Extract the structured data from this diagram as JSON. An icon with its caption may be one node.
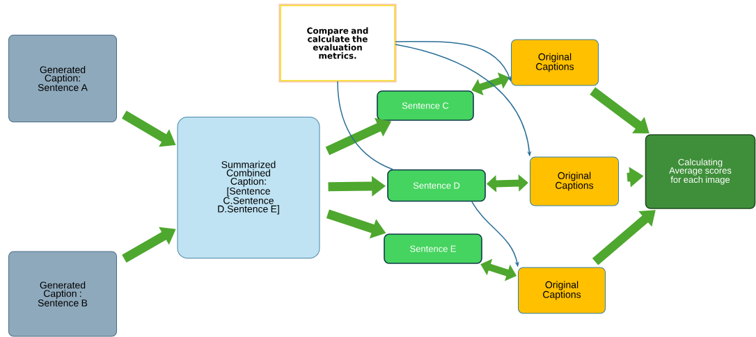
{
  "diagram": {
    "nodes": [
      {
        "text": [
          "Generated Caption: Sentence A"
        ]
      },
      {
        "text": [
          "Generated Caption : Sentence B"
        ]
      },
      {
        "text": [
          "Summarized Combined Caption: [Sentence C.Sentence D.Sentence E]"
        ]
      },
      {
        "text": [
          "Compare and calculate the evaluation metrics."
        ]
      },
      {
        "text": [
          "Sentence C"
        ]
      },
      {
        "text": [
          "Sentence D"
        ]
      },
      {
        "text": [
          "Sentence E"
        ]
      },
      {
        "text": [
          "Original Captions"
        ]
      },
      {
        "text": [
          "Original Captions"
        ]
      },
      {
        "text": [
          "Original Captions"
        ]
      },
      {
        "text": [
          "Calculating Average scores for each image"
        ]
      }
    ],
    "edges": [
      {
        "from": 0,
        "to": 2,
        "arrow": "to"
      },
      {
        "from": 1,
        "to": 2,
        "arrow": "to"
      },
      {
        "from": 2,
        "to": 4,
        "arrow": "to"
      },
      {
        "from": 2,
        "to": 5,
        "arrow": "to"
      },
      {
        "from": 2,
        "to": 6,
        "arrow": "to"
      },
      {
        "from": 4,
        "to": 7,
        "arrow": "both"
      },
      {
        "from": 5,
        "to": 8,
        "arrow": "both"
      },
      {
        "from": 6,
        "to": 9,
        "arrow": "both"
      },
      {
        "from": 7,
        "to": 10,
        "arrow": "to"
      },
      {
        "from": 8,
        "to": 10,
        "arrow": "to"
      },
      {
        "from": 9,
        "to": 10,
        "arrow": "to"
      },
      {
        "from": 3,
        "to": 7,
        "arrow": "to",
        "color": "#2a6f97"
      },
      {
        "from": 3,
        "to": 8,
        "arrow": "to",
        "color": "#2a6f97"
      },
      {
        "from": 3,
        "to": 5,
        "arrow": "none",
        "color": "#2a6f97"
      },
      {
        "from": 5,
        "to": 9,
        "arrow": "to",
        "color": "#2a6f97"
      }
    ]
  }
}
